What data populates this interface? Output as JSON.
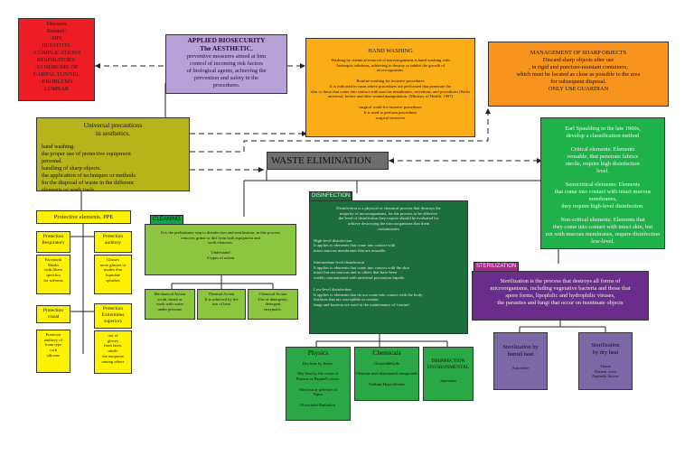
{
  "diseases": {
    "text": "Diseases\nRelated:\n-HIV.\nHEPATITIS.\n-COMPLICATIONS\nRESPIRATORY.\n-SYNDROME OF\nCARPAL TUNNEL\n-PROBLEMS\nLUMBAR"
  },
  "biosecurity": {
    "title": "APPLIED BIOSECURITY\nThe AESTHETIC.",
    "body": "preventive measures aimed at him\ncontrol of incoming risk factors\nof biological agents, achieving the\nprevention and safety in the\nprocedures."
  },
  "hand_washing": {
    "title": "HAND WASHING",
    "p1": "Washing by chemical removal of microorganisms is hand washing with\nAntiseptic solutions, achieving to destroy or inhibit the growth of\nmicroorganisms.",
    "p2": "Routine washing for invasive procedures\nIt is indicated in cases where procedures are performed that penetrate the\nskin or those that come into contact with mucous membranes, secretions, and procedures (Sacks\nuniversal, before and after wound manipulation. (Ministry of Health, 1997)",
    "p3": "surgical scrub for invasive procedures\nIt is used to perform procedures\nsurgical invasives"
  },
  "sharp_objects": {
    "text": "MANAGEMENT OF SHARP OBJECTS\nDiscard sharp objects after use\n, in rigid and puncture-resistant containers,\nwhich must be located as close as possible to the area\nfor subsequent disposal.\nONLY USE GUARDIAN"
  },
  "universal": {
    "title": "Universal precautions\nin aesthetics.",
    "items": "hand washing.\n the proper use of protective equipment\npersonal.\nhandling of sharp objects.\nthe application of techniques or methods\nfor the disposal of waste in the different\n elements or work tools."
  },
  "spaulding": {
    "p1": "Earl Spaulding in the late 1960s,\ndevelop a classification method",
    "p2": "Critical elements: Elements\nreusable, that penetrate fabrics\nsterile, require high disinfection\nlevel.",
    "p3": "Semicritical elements: Elements\nthat come into contact with intact mucous membranes,\nthey require high-level disinfection.",
    "p4": "Non-critical elements: Elements that\nthey come into contact with intact skin, but\nnot with mucous membranes, require disinfection\nlow-level."
  },
  "waste": {
    "title": "WASTE ELIMINATION"
  },
  "ppe": {
    "title": "Protective elements. PPE",
    "resp_title": "Protection\nRespiratory",
    "resp_body": "Facemask\nMasks\nwith filters\nspecifics\nfor solvents",
    "aud_title": "Protection\nauditory",
    "aud_body": "Glasses\nmore glasses or\nmodes that\nliquidate\nsplashes",
    "vis_title": "Protection\nvisual",
    "vis_body": "Protector\nauditory of\nfoam type\ncork\nsilicone",
    "ext_title": "Protection\nExtremities\nsuperiors",
    "ext_body": "use of\ngloves\nfrom latex,\nnitrile\nthe neoprene\namong others"
  },
  "cleaning": {
    "label": "CLEANING",
    "p1": "It is the preliminary step to disinfection and sterilization, in this process\nremoves grime or dirt from both equipment and\nwork elements.",
    "p2": "Understand\n3 types of action",
    "mech": "Mechanical Action\nscrub, brush or\nwash with water\nunder pressure",
    "therm": "Thermal Action\nIt is achieved by the\nuse of heat",
    "chem": "Chemical Action\nUse of detergents,\ndetergent\nenzymatic."
  },
  "disinfection": {
    "label": "DISINFECTION",
    "p1": "Disinfection is a physical or chemical process that destroys the\nmajority of microorganisms, for the process to be effective\nthe level of disinfection they require should be evaluated for\nachieve destroying the microorganisms that them\ncontaminates",
    "p2": "High-level disinfection\nIt applies to elements that come into contact with\nintact mucous membranes that are reusable.",
    "p3": "Intermediate level disinfection\nIt applies to elements that come into contact with the skin\nintact but not mucous and to others that have been\nvisibly contaminated with universal precaution liquids.",
    "p4": "Low-level disinfection\nIt applies to elements that do not come into contact with the body.\nSurfaces that are susceptible to contain\nfungi and bacteria are used in the maintenance of 'routine'.",
    "physics_title": "Physics",
    "physics_body": "Dry heat by flame.\n\nDry heat by the ovens of\nPasteur or Pupinel's stove.\n\nWet heat at pressure of\nVapor.\n\nUltraviolet Radiation.",
    "chem_title": "Chemicals",
    "chem_body": "Glutaraldehyde\n\nChlorine and chlorinated compounds\n\nSodium Hypochlorite",
    "env_title": "DISINFECTION\nENVIRONMENTAL",
    "env_body": "aspersion"
  },
  "sterilization": {
    "label": "STERILIZATION",
    "body": "Sterilization is the process that destroys all forms of\nmicroorganisms, including vegetative bacteria and those that\nspore forms, lipophilic and hydrophilic viruses,\nthe parasites and fungi that occur on inanimate objects",
    "humid_title": "Sterilization by\nhumid heat",
    "humid_body": "Autoclave",
    "dry_title": "Sterilization\nby dry heat",
    "dry_body": "Tinnia\nPasteur oven\nPupinela Stoves"
  }
}
